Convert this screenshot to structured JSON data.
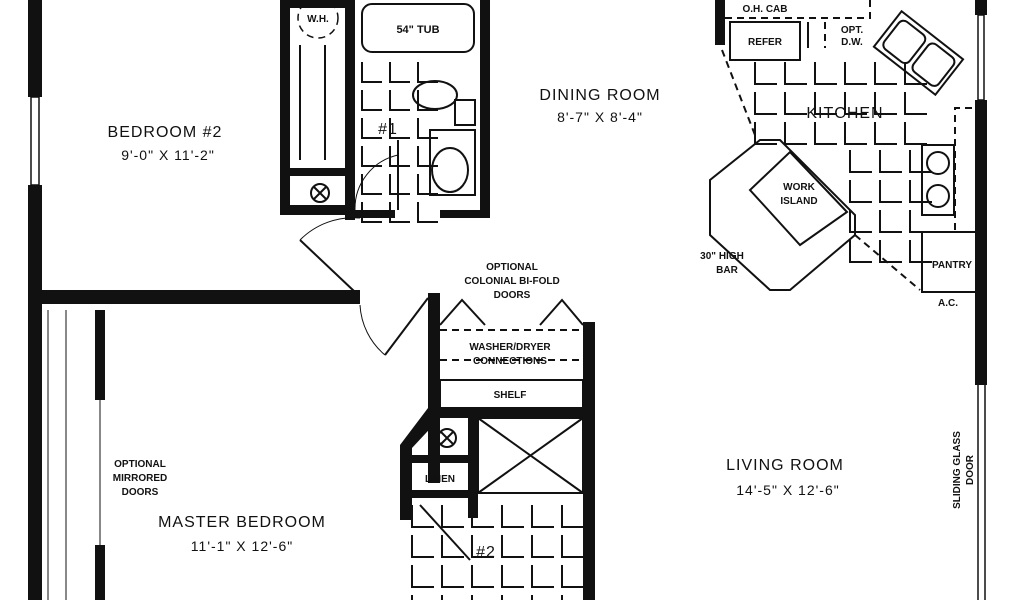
{
  "rooms": {
    "bedroom2": {
      "name": "BEDROOM #2",
      "dims": "9'-0\" X 11'-2\""
    },
    "dining": {
      "name": "DINING ROOM",
      "dims": "8'-7\" X 8'-4\""
    },
    "kitchen": {
      "name": "KITCHEN"
    },
    "living": {
      "name": "LIVING ROOM",
      "dims": "14'-5\" X 12'-6\""
    },
    "master": {
      "name": "MASTER BEDROOM",
      "dims": "11'-1\" X 12'-6\""
    },
    "bath1": {
      "name": "#1"
    },
    "bath2": {
      "name": "#2"
    }
  },
  "fixtures": {
    "water_heater": "W.H.",
    "tub": "54\" TUB",
    "oh_cab": "O.H. CAB",
    "refer": "REFER",
    "opt_dw": [
      "OPT.",
      "D.W."
    ],
    "work_island": [
      "WORK",
      "ISLAND"
    ],
    "bar": [
      "30\" HIGH",
      "BAR"
    ],
    "pantry": "PANTRY",
    "ac": "A.C.",
    "bifold": [
      "OPTIONAL",
      "COLONIAL BI-FOLD",
      "DOORS"
    ],
    "washer": [
      "WASHER/DRYER",
      "CONNECTIONS"
    ],
    "shelf": "SHELF",
    "linen": "LINEN",
    "mirrored": [
      "OPTIONAL",
      "MIRRORED",
      "DOORS"
    ],
    "sliding": [
      "SLIDING GLASS",
      "DOOR"
    ]
  }
}
